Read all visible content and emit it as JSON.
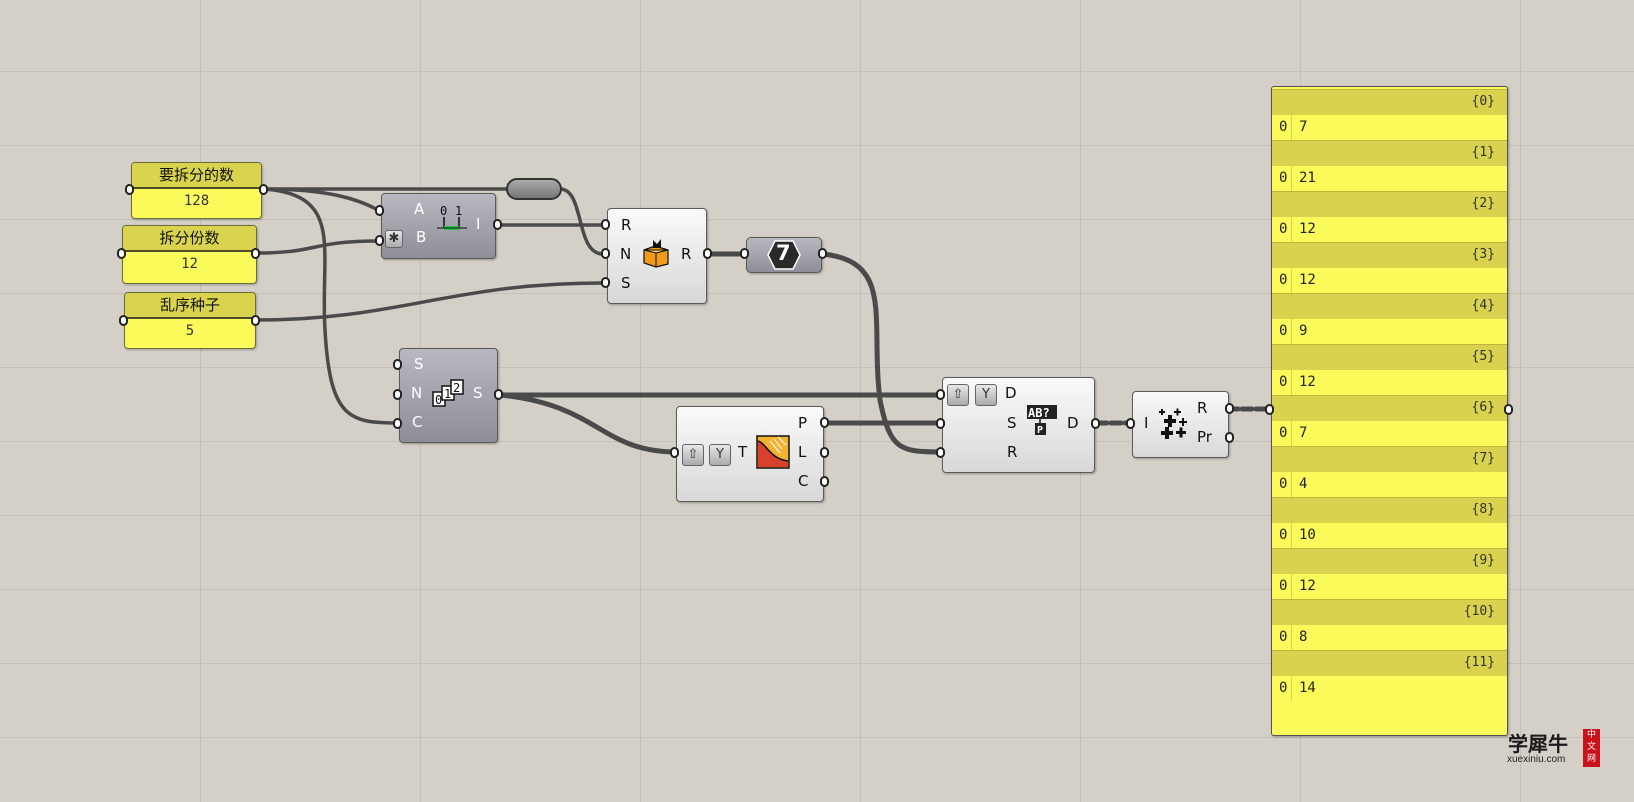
{
  "sliders": [
    {
      "label": "要拆分的数",
      "value": "128"
    },
    {
      "label": "拆分份数",
      "value": "12"
    },
    {
      "label": "乱序种子",
      "value": "5"
    }
  ],
  "components": {
    "interval": {
      "inputs": [
        "A",
        "B"
      ],
      "outputs": [
        "I"
      ],
      "icon": "interval-icon"
    },
    "random": {
      "inputs": [
        "R",
        "N",
        "S"
      ],
      "outputs": [
        "R"
      ],
      "icon": "random-dice-icon"
    },
    "relay_value": "7",
    "series": {
      "inputs": [
        "S",
        "N",
        "C"
      ],
      "outputs": [
        "S"
      ],
      "icon": "series-icon"
    },
    "tree_stats": {
      "inputs": [
        "T"
      ],
      "outputs": [
        "P",
        "L",
        "C"
      ],
      "icon": "tree-statistics-icon"
    },
    "replace_items": {
      "inputs": [
        "D",
        "S",
        "R"
      ],
      "outputs": [
        "D"
      ],
      "icon": "replace-paths-icon"
    },
    "mass_addition": {
      "inputs": [
        "I"
      ],
      "outputs": [
        "R",
        "Pr"
      ],
      "icon": "mass-addition-icon"
    }
  },
  "panel": {
    "branches": [
      {
        "path": "{0}",
        "index": "0",
        "value": "7"
      },
      {
        "path": "{1}",
        "index": "0",
        "value": "21"
      },
      {
        "path": "{2}",
        "index": "0",
        "value": "12"
      },
      {
        "path": "{3}",
        "index": "0",
        "value": "12"
      },
      {
        "path": "{4}",
        "index": "0",
        "value": "9"
      },
      {
        "path": "{5}",
        "index": "0",
        "value": "12"
      },
      {
        "path": "{6}",
        "index": "0",
        "value": "7"
      },
      {
        "path": "{7}",
        "index": "0",
        "value": "4"
      },
      {
        "path": "{8}",
        "index": "0",
        "value": "10"
      },
      {
        "path": "{9}",
        "index": "0",
        "value": "12"
      },
      {
        "path": "{10}",
        "index": "0",
        "value": "8"
      },
      {
        "path": "{11}",
        "index": "0",
        "value": "14"
      }
    ]
  },
  "watermark": {
    "cn": "学犀牛",
    "en": "xuexiniu.com",
    "badge": "中文网"
  },
  "colors": {
    "canvas": "#d4d0c8",
    "panel": "#fafa5a",
    "header": "#d8d24e"
  }
}
